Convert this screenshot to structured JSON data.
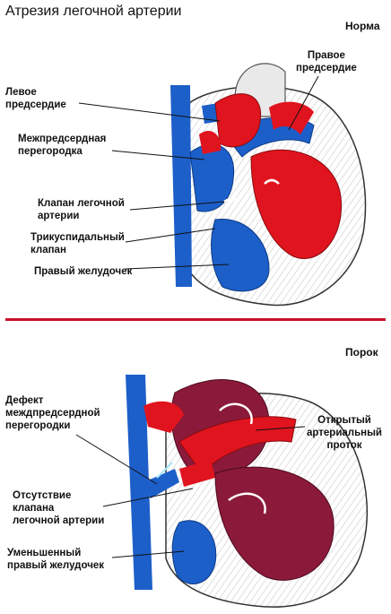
{
  "title": "Атрезия легочной артерии",
  "normal": {
    "section_label": "Норма",
    "labels": {
      "right_atrium": [
        "Правое",
        "предсердие"
      ],
      "left_atrium": [
        "Левое",
        "предсердие"
      ],
      "atrial_septum": [
        "Межпредсердная",
        "перегородка"
      ],
      "pulmonary_valve": [
        "Клапан легочной",
        "артерии"
      ],
      "tricuspid_valve": [
        "Трикуспидальный",
        "клапан"
      ],
      "right_ventricle": [
        "Правый желудочек"
      ]
    }
  },
  "defect": {
    "section_label": "Порок",
    "labels": {
      "septal_defect": [
        "Дефект",
        "междпредсердной",
        "перегородки"
      ],
      "ductus": [
        "Открытый",
        "артериальный",
        "проток"
      ],
      "absent_valve": [
        "Отсутствие",
        "клапана",
        "легочной артерии"
      ],
      "small_rv": [
        "Уменьшенный",
        "правый желудочек"
      ]
    }
  },
  "colors": {
    "venous_blue": "#1c5fc9",
    "arterial_red": "#e0141e",
    "mixed_maroon": "#8b1a3a",
    "divider_red": "#c8102e"
  }
}
